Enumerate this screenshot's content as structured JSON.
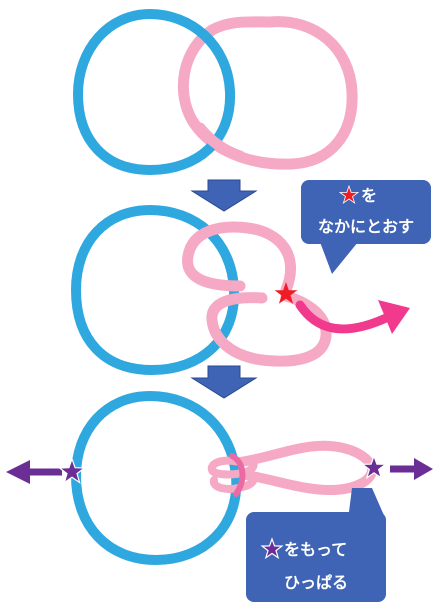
{
  "colors": {
    "blue_loop": "#2fa8e0",
    "pink_loop": "#f6a9c4",
    "step_arrow": "#3f63b5",
    "callout_bg": "#3f63b5",
    "callout_text": "#ffffff",
    "red_star": "#ee1c25",
    "purple_star": "#6b2e94",
    "magenta_arrow": "#f13a8e",
    "purple_arrow": "#6b2e94"
  },
  "icons": {
    "filled_star": "red-star-icon",
    "outline_star": "outline-star-icon",
    "down_arrow": "down-arrow-icon"
  },
  "callouts": {
    "top": {
      "line1_after_star": "を",
      "line2": "なかにとおす"
    },
    "bottom": {
      "line1_after_star": "をもって",
      "line2": "ひっぱる"
    }
  }
}
